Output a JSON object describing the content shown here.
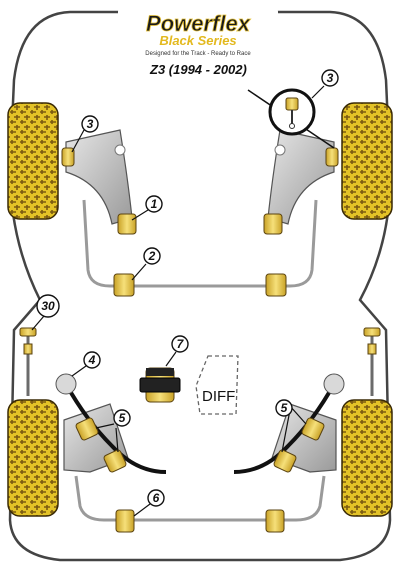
{
  "logo": {
    "brand": "Powerflex",
    "series": "Black Series",
    "tagline": "Designed for the Track - Ready to Race"
  },
  "model_title": "Z3 (1994 - 2002)",
  "diff_label": "DIFF",
  "callouts": [
    "3",
    "3",
    "1",
    "2",
    "30",
    "4",
    "7",
    "5",
    "5",
    "6"
  ],
  "colors": {
    "tyre_yellow": "#e3c227",
    "tyre_tread": "#7a5a10",
    "bush_yellow": "#f1d35a",
    "frame_grey": "#b5b5b5",
    "chassis_outline": "#444444",
    "bar_black": "#111111"
  }
}
